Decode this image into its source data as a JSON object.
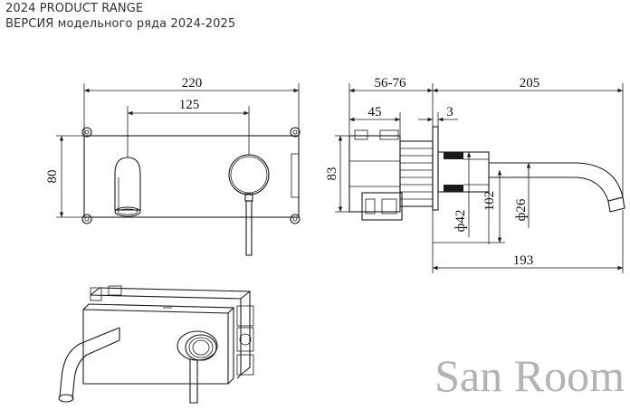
{
  "header": {
    "line1": "2024 PRODUCT RANGE",
    "line2": "ВЕРСИЯ модельного ряда 2024-2025"
  },
  "front_view": {
    "width": "220",
    "spacing": "125",
    "height": "80"
  },
  "side_view": {
    "depth_range": "56-76",
    "spout_length": "205",
    "box_depth": "45",
    "plate": "3",
    "height": "83",
    "rosette_dia": "ф42",
    "center_height": "102",
    "spout_dia": "ф26",
    "projection": "193"
  },
  "watermark": "San Room",
  "colors": {
    "line": "#1a1a1a",
    "text": "#333333",
    "watermark": "#b3b3b3"
  }
}
